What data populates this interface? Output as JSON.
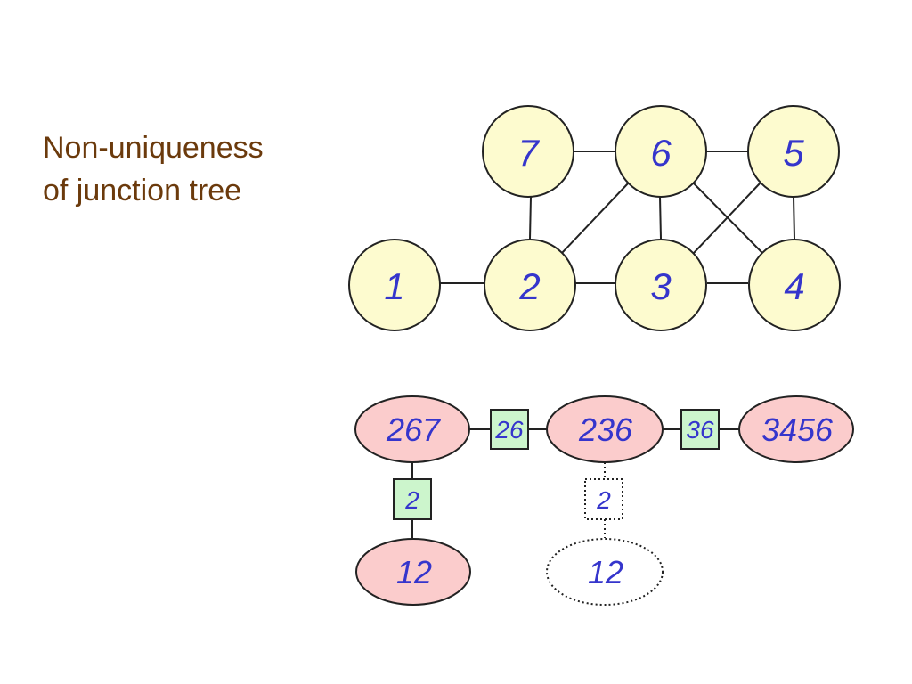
{
  "title": {
    "line1": "Non-uniqueness",
    "line2": "of junction tree"
  },
  "colors": {
    "title": "#6b3a0c",
    "node_fill": "#fdfbcf",
    "clique_fill": "#fbcccc",
    "separator_fill": "#ccf5cc",
    "label": "#3535cc",
    "stroke": "#222222"
  },
  "graph": {
    "nodes": [
      {
        "id": "n1",
        "label": "1"
      },
      {
        "id": "n2",
        "label": "2"
      },
      {
        "id": "n3",
        "label": "3"
      },
      {
        "id": "n4",
        "label": "4"
      },
      {
        "id": "n5",
        "label": "5"
      },
      {
        "id": "n6",
        "label": "6"
      },
      {
        "id": "n7",
        "label": "7"
      }
    ]
  },
  "junction_tree": {
    "cliques": [
      {
        "id": "c267",
        "label": "267"
      },
      {
        "id": "c236",
        "label": "236"
      },
      {
        "id": "c3456",
        "label": "3456"
      },
      {
        "id": "c12a",
        "label": "12"
      },
      {
        "id": "c12b",
        "label": "12"
      }
    ],
    "separators": [
      {
        "id": "s26",
        "label": "26"
      },
      {
        "id": "s36",
        "label": "36"
      },
      {
        "id": "s2a",
        "label": "2"
      },
      {
        "id": "s2b",
        "label": "2"
      }
    ]
  }
}
